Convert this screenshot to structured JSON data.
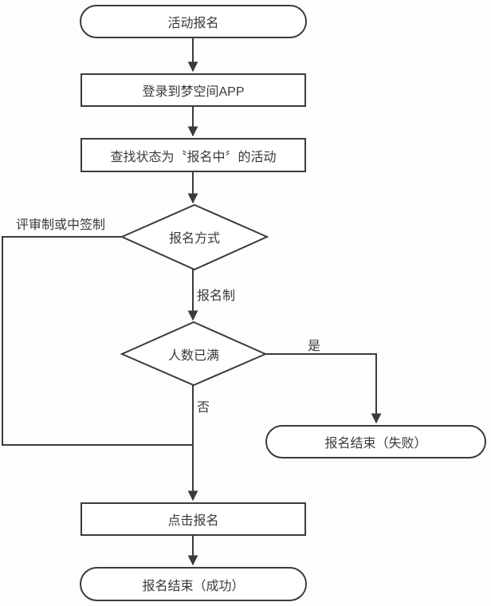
{
  "diagram": {
    "type": "flowchart",
    "colors": {
      "background": "#fdfdfd",
      "stroke": "#3b3b3b",
      "text": "#3a3a3a",
      "node_fill": "#ffffff"
    },
    "nodes": [
      {
        "id": "start",
        "shape": "terminator",
        "label": "活动报名"
      },
      {
        "id": "login",
        "shape": "process",
        "label": "登录到梦空间APP"
      },
      {
        "id": "find-activity",
        "shape": "process",
        "label": "查找状态为〝报名中〞的活动"
      },
      {
        "id": "method-decision",
        "shape": "decision",
        "label": "报名方式"
      },
      {
        "id": "capacity-decision",
        "shape": "decision",
        "label": "人数已满"
      },
      {
        "id": "end-fail",
        "shape": "terminator",
        "label": "报名结束（失败）"
      },
      {
        "id": "click-register",
        "shape": "process",
        "label": "点击报名"
      },
      {
        "id": "end-success",
        "shape": "terminator",
        "label": "报名结束（成功）"
      }
    ],
    "edge_labels": {
      "method_left": "评审制或中签制",
      "method_down": "报名制",
      "capacity_yes": "是",
      "capacity_no": "否"
    }
  }
}
